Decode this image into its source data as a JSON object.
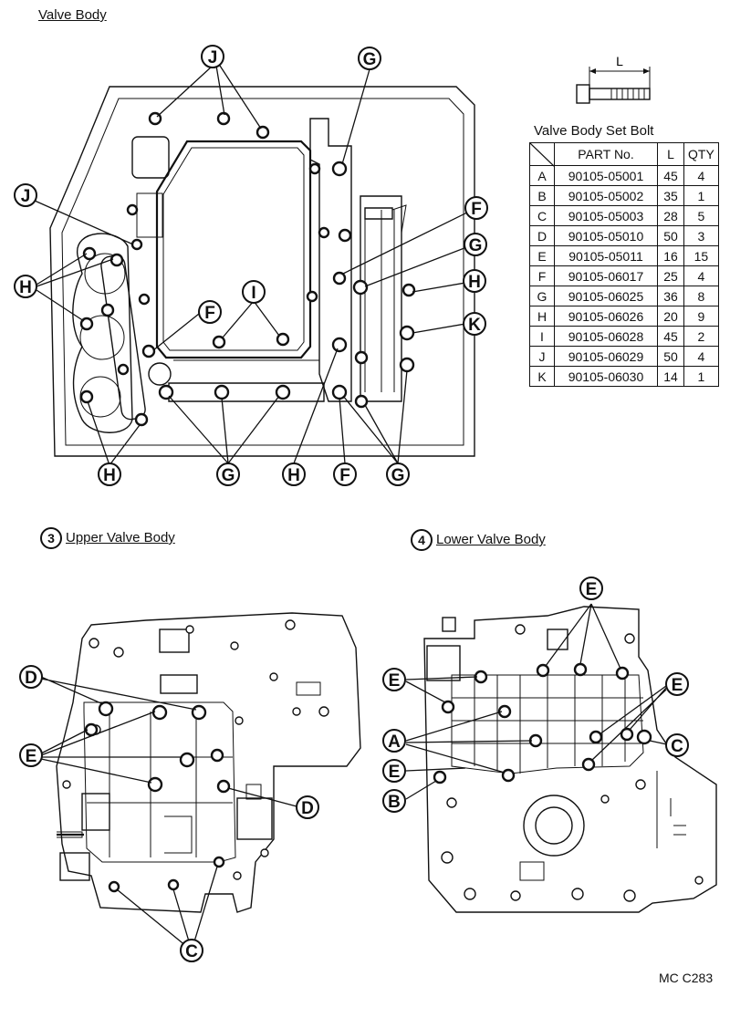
{
  "titles": {
    "valve_body": "Valve Body",
    "upper_number": "3",
    "upper": "Upper Valve Body",
    "lower_number": "4",
    "lower": "Lower Valve Body"
  },
  "bolt_dimension_label": "L",
  "bolt_table": {
    "title": "Valve Body Set Bolt",
    "headers": {
      "part": "PART No.",
      "length": "L",
      "qty": "QTY"
    },
    "rows": [
      {
        "code": "A",
        "part": "90105-05001",
        "length": "45",
        "qty": "4"
      },
      {
        "code": "B",
        "part": "90105-05002",
        "length": "35",
        "qty": "1"
      },
      {
        "code": "C",
        "part": "90105-05003",
        "length": "28",
        "qty": "5"
      },
      {
        "code": "D",
        "part": "90105-05010",
        "length": "50",
        "qty": "3"
      },
      {
        "code": "E",
        "part": "90105-05011",
        "length": "16",
        "qty": "15"
      },
      {
        "code": "F",
        "part": "90105-06017",
        "length": "25",
        "qty": "4"
      },
      {
        "code": "G",
        "part": "90105-06025",
        "length": "36",
        "qty": "8"
      },
      {
        "code": "H",
        "part": "90105-06026",
        "length": "20",
        "qty": "9"
      },
      {
        "code": "I",
        "part": "90105-06028",
        "length": "45",
        "qty": "2"
      },
      {
        "code": "J",
        "part": "90105-06029",
        "length": "50",
        "qty": "4"
      },
      {
        "code": "K",
        "part": "90105-06030",
        "length": "14",
        "qty": "1"
      }
    ]
  },
  "callouts": {
    "valve_body": [
      "J",
      "G",
      "J",
      "F",
      "G",
      "H",
      "H",
      "F",
      "I",
      "K",
      "H",
      "G",
      "H",
      "F",
      "G"
    ],
    "upper": [
      "D",
      "E",
      "D",
      "C"
    ],
    "lower": [
      "E",
      "E",
      "E",
      "A",
      "C",
      "E",
      "B"
    ]
  },
  "figure_code": "MC C283"
}
